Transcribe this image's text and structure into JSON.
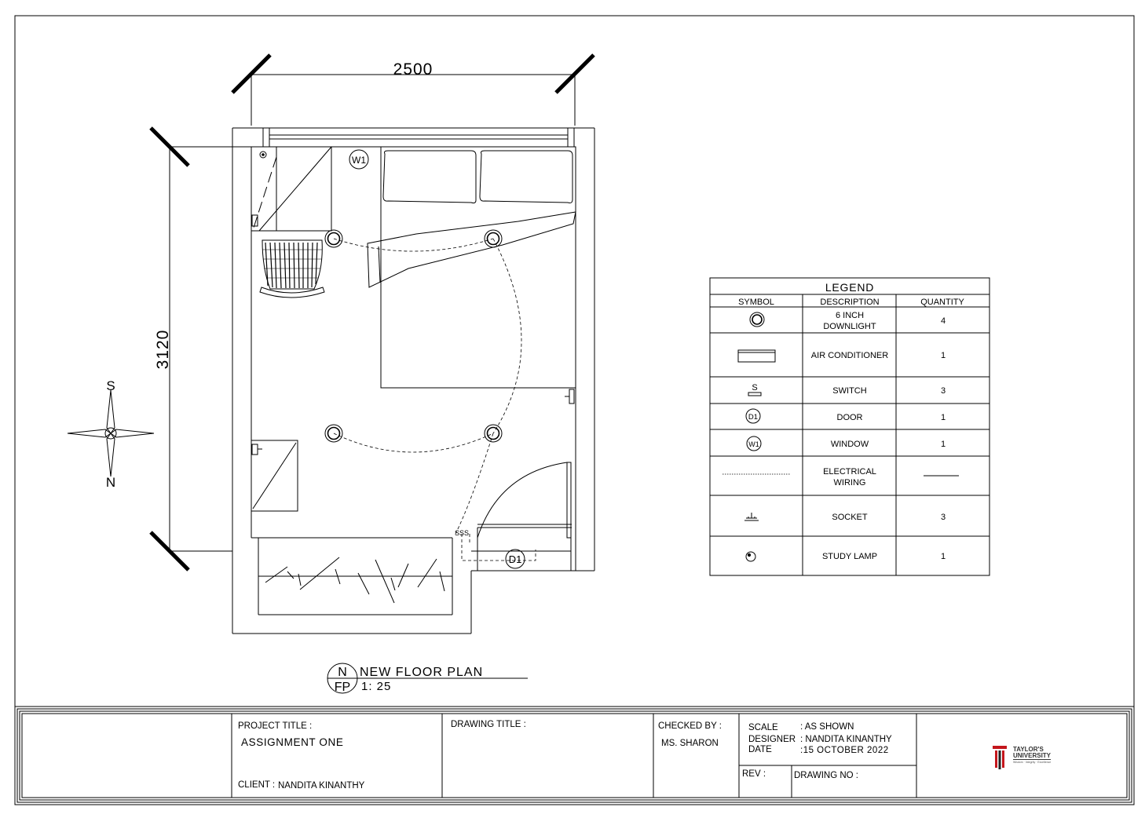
{
  "plan": {
    "dim_width": "2500",
    "dim_height": "3120",
    "compass_top": "S",
    "compass_bottom": "N",
    "window_tag": "W1",
    "door_tag": "D1",
    "switch_tag": "SSS",
    "caption_letter": "N",
    "caption_code": "FP",
    "caption_title": "NEW FLOOR PLAN",
    "caption_scale": "1: 25"
  },
  "legend": {
    "title": "LEGEND",
    "headers": [
      "SYMBOL",
      "DESCRIPTION",
      "QUANTITY"
    ],
    "rows": [
      {
        "symbol": "downlight-icon",
        "description_1": "6  INCH",
        "description_2": "DOWNLIGHT",
        "quantity": "4"
      },
      {
        "symbol": "air-conditioner-icon",
        "description_1": "AIR  CONDITIONER",
        "description_2": "",
        "quantity": "1"
      },
      {
        "symbol": "switch-icon",
        "symbol_text": "S",
        "description_1": "SWITCH",
        "description_2": "",
        "quantity": "3"
      },
      {
        "symbol": "door-tag-icon",
        "symbol_text": "D1",
        "description_1": "DOOR",
        "description_2": "",
        "quantity": "1"
      },
      {
        "symbol": "window-tag-icon",
        "symbol_text": "W1",
        "description_1": "WINDOW",
        "description_2": "",
        "quantity": "1"
      },
      {
        "symbol": "wiring-icon",
        "description_1": "ELECTRICAL",
        "description_2": "WIRING",
        "quantity": ""
      },
      {
        "symbol": "socket-icon",
        "description_1": "SOCKET",
        "description_2": "",
        "quantity": "3"
      },
      {
        "symbol": "study-lamp-icon",
        "description_1": "STUDY  LAMP",
        "description_2": "",
        "quantity": "1"
      }
    ]
  },
  "title_block": {
    "project_title_label": "PROJECT TITLE :",
    "project_title": "ASSIGNMENT  ONE",
    "client_label": "CLIENT :",
    "client": "NANDITA KINANTHY",
    "drawing_title_label": "DRAWING TITLE :",
    "checked_by_label": "CHECKED BY :",
    "checked_by": "MS. SHARON",
    "scale_label": "SCALE",
    "scale_value": ": AS SHOWN",
    "designer_label": "DESIGNER",
    "designer_value": ": NANDITA KINANTHY",
    "date_label": "DATE",
    "date_value": ":15  OCTOBER  2022",
    "rev_label": "REV :",
    "drawing_no_label": "DRAWING NO :",
    "logo_line1": "TAYLOR'S",
    "logo_line2": "UNIVERSITY",
    "logo_tagline": "Wisdom · Integrity · Excellence"
  },
  "colors": {
    "ink": "#000000",
    "logo_red": "#c4161c"
  }
}
